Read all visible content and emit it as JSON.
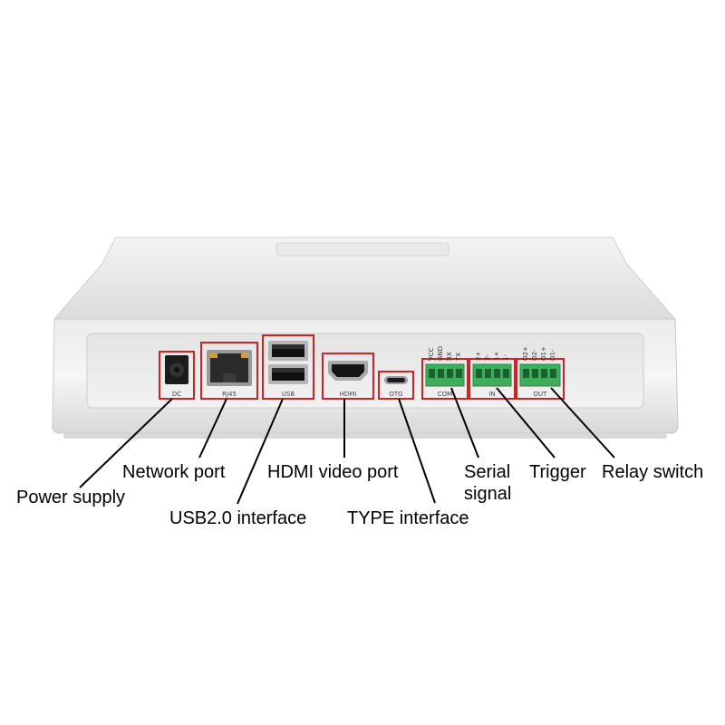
{
  "device": {
    "port_labels": {
      "dc": "DC",
      "rj45": "RJ45",
      "usb": "USB",
      "hdmi": "HDMI",
      "otg": "OTG",
      "com": "COM",
      "in": "IN",
      "out": "OUT"
    },
    "com_pins": [
      "VCC",
      "GND",
      "RX",
      "TX"
    ],
    "in_pins": [
      "2+",
      "2-",
      "1+",
      "1-"
    ],
    "out_pins": [
      "O2+",
      "O2-",
      "O1+",
      "O1-"
    ]
  },
  "callouts": {
    "power_supply": "Power supply",
    "network_port": "Network port",
    "usb_interface": "USB2.0 interface",
    "hdmi_port": "HDMI video port",
    "type_interface": "TYPE interface",
    "serial_line1": "Serial",
    "serial_line2": "signal",
    "trigger": "Trigger",
    "relay_switch": "Relay switch"
  },
  "colors": {
    "highlight": "#d42020",
    "terminal": "#3fae5c",
    "case": "#e6e6e6"
  }
}
